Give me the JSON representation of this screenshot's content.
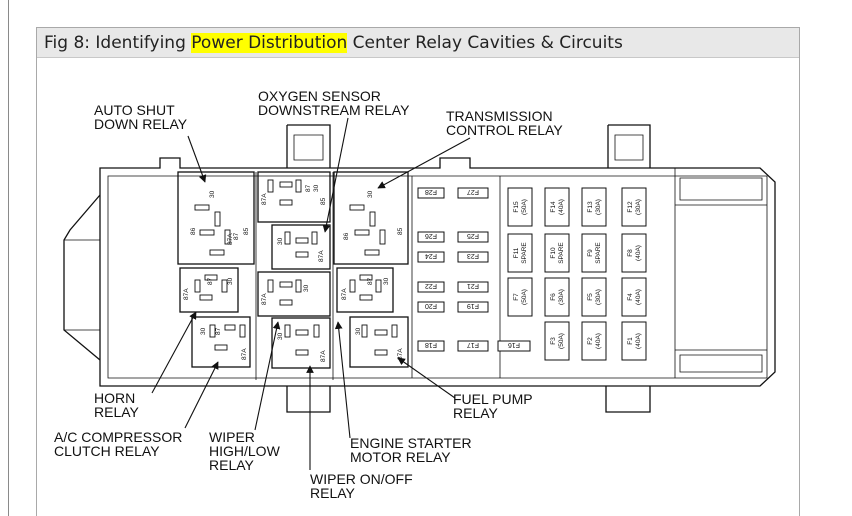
{
  "header": {
    "title_prefix": "Fig 8: Identifying ",
    "title_highlight": "Power Distribution",
    "title_suffix": " Center Relay Cavities & Circuits",
    "highlight_color": "#ffff00"
  },
  "labels": {
    "auto_shutdown": [
      "AUTO SHUT",
      "DOWN RELAY"
    ],
    "oxygen_sensor": [
      "OXYGEN SENSOR",
      "DOWNSTREAM RELAY"
    ],
    "transmission": [
      "TRANSMISSION",
      "CONTROL RELAY"
    ],
    "horn": [
      "HORN",
      "RELAY"
    ],
    "ac_compressor": [
      "A/C COMPRESSOR",
      "CLUTCH RELAY"
    ],
    "wiper_high_low": [
      "WIPER",
      "HIGH/LOW",
      "RELAY"
    ],
    "wiper_on_off": [
      "WIPER ON/OFF",
      "RELAY"
    ],
    "engine_starter": [
      "ENGINE STARTER",
      "MOTOR RELAY"
    ],
    "fuel_pump": [
      "FUEL PUMP",
      "RELAY"
    ]
  },
  "terminals": {
    "t30": "30",
    "t87": "87",
    "t87a": "87A",
    "t86": "86",
    "t85": "85"
  },
  "small_fuses": [
    "F28",
    "F27",
    "F26",
    "F25",
    "F24",
    "F23",
    "F22",
    "F21",
    "F20",
    "F19",
    "F18",
    "F17",
    "F16"
  ],
  "large_fuses": [
    {
      "id": "F15",
      "rating": "(50A)"
    },
    {
      "id": "F14",
      "rating": "(40A)"
    },
    {
      "id": "F13",
      "rating": "(30A)"
    },
    {
      "id": "F12",
      "rating": "(30A)"
    },
    {
      "id": "F11",
      "rating": "SPARE"
    },
    {
      "id": "F10",
      "rating": "SPARE"
    },
    {
      "id": "F9",
      "rating": "SPARE"
    },
    {
      "id": "F8",
      "rating": "(40A)"
    },
    {
      "id": "F7",
      "rating": "(50A)"
    },
    {
      "id": "F6",
      "rating": "(30A)"
    },
    {
      "id": "F5",
      "rating": "(30A)"
    },
    {
      "id": "F4",
      "rating": "(40A)"
    },
    {
      "id": "F3",
      "rating": "(50A)"
    },
    {
      "id": "F2",
      "rating": "(40A)"
    },
    {
      "id": "F1",
      "rating": "(40A)"
    }
  ]
}
